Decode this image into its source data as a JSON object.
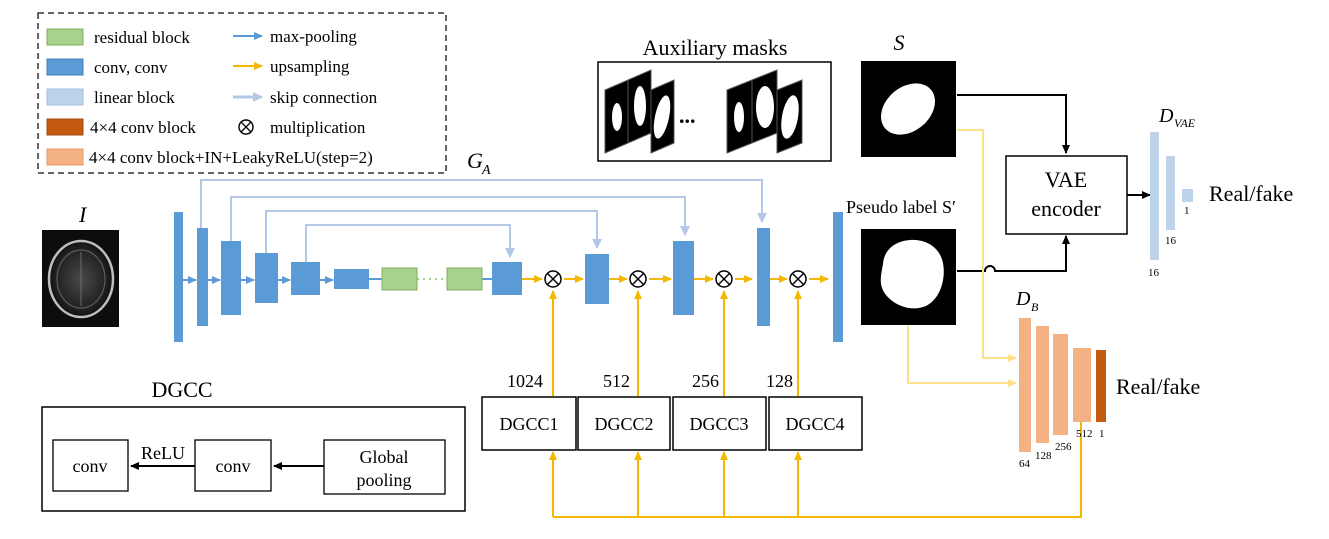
{
  "legend": {
    "items": [
      {
        "label": "residual block",
        "kind": "swatch",
        "color": "#a9d18e"
      },
      {
        "label": "conv, conv",
        "kind": "swatch",
        "color": "#5b9bd5"
      },
      {
        "label": "linear block",
        "kind": "swatch",
        "color": "#bdd3ea"
      },
      {
        "label": "4×4 conv block",
        "kind": "swatch",
        "color": "#c55a11"
      },
      {
        "label": "4×4 conv block+IN+LeakyReLU(step=2)",
        "kind": "swatch",
        "color": "#f4b183"
      },
      {
        "label": "max-pooling",
        "kind": "arrow",
        "color": "#5b9bd5"
      },
      {
        "label": "upsampling",
        "kind": "arrow",
        "color": "#f5b800"
      },
      {
        "label": "skip connection",
        "kind": "arrow",
        "color": "#b4c7e7"
      },
      {
        "label": "multiplication",
        "kind": "otimes",
        "color": "#000000"
      }
    ]
  },
  "labels": {
    "generator": "G",
    "generator_sub": "A",
    "input": "I",
    "aux_masks": "Auxiliary masks",
    "ellipsis": "...",
    "s": "S",
    "pseudo_label": "Pseudo label S′",
    "vae_line1": "VAE",
    "vae_line2": "encoder",
    "d_vae": "D",
    "d_vae_sub": "VAE",
    "d_b": "D",
    "d_b_sub": "B",
    "real_fake_top": "Real/fake",
    "real_fake_bottom": "Real/fake"
  },
  "dvae_sizes": [
    "16",
    "16",
    "1"
  ],
  "db_sizes": [
    "64",
    "128",
    "256",
    "512",
    "1"
  ],
  "dgcc_blocks": [
    {
      "label": "DGCC1",
      "channels": "1024"
    },
    {
      "label": "DGCC2",
      "channels": "512"
    },
    {
      "label": "DGCC3",
      "channels": "256"
    },
    {
      "label": "DGCC4",
      "channels": "128"
    }
  ],
  "dgcc_detail": {
    "title": "DGCC",
    "conv_left": "conv",
    "relu": "ReLU",
    "conv_mid": "conv",
    "pool_line1": "Global",
    "pool_line2": "pooling"
  },
  "colors": {
    "conv": "#5b9bd5",
    "residual": "#a9d18e",
    "linear": "#bdd3ea",
    "skip": "#b4c7e7",
    "upsample": "#f5b800",
    "db_light": "#f4b183",
    "db_dark": "#c55a11"
  }
}
